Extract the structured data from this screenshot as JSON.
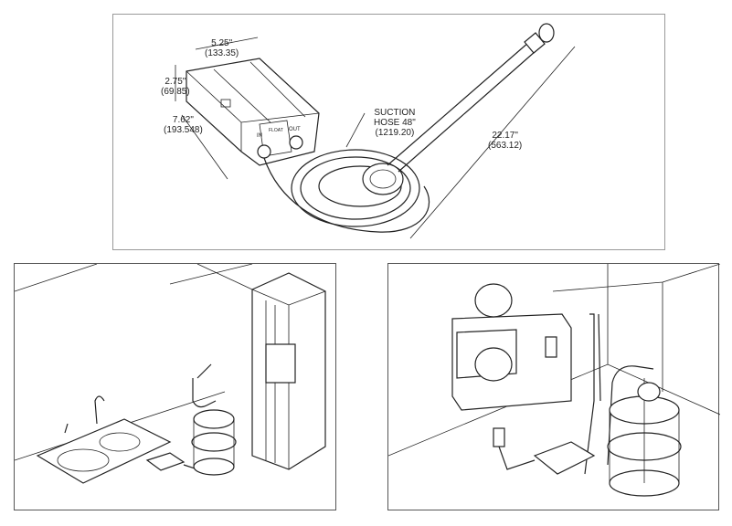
{
  "dimensions": {
    "width": {
      "in": "5.25\"",
      "mm": "(133.35)"
    },
    "height": {
      "in": "2.75\"",
      "mm": "(69.85)"
    },
    "length": {
      "in": "7.62\"",
      "mm": "(193.548)"
    },
    "suction_hose": {
      "line1": "SUCTION",
      "line2": "HOSE 48\"",
      "mm": "(1219.20)"
    },
    "wand": {
      "in": "22.17\"",
      "mm": "(563.12)"
    }
  },
  "pump_ports": {
    "in": "IN",
    "float": "FLOAT",
    "out": "OUT"
  }
}
